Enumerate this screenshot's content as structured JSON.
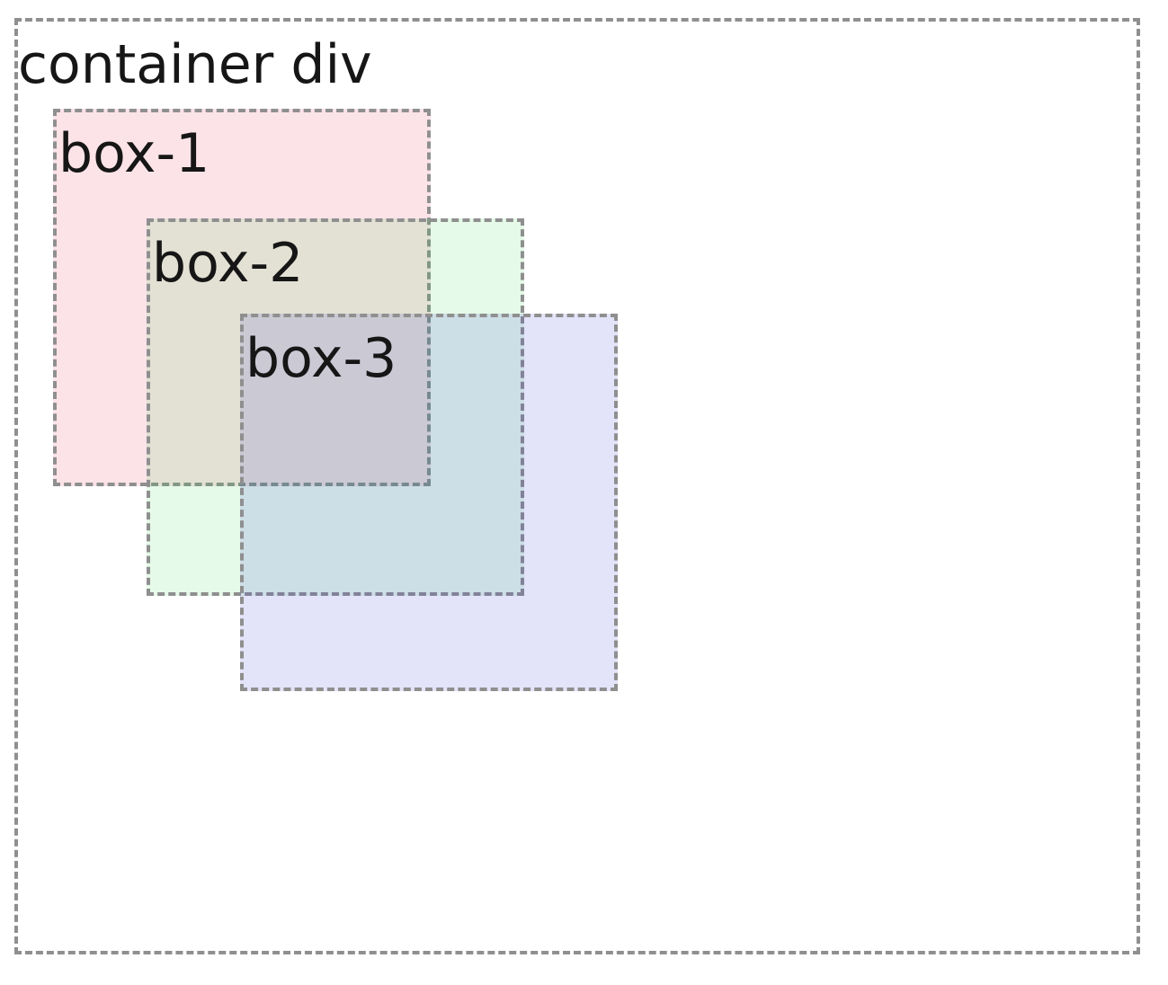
{
  "page": {
    "background": "#ffffff"
  },
  "container": {
    "label": "container div",
    "border_color": "#8f8f8f",
    "text_color": "#161616"
  },
  "boxes": [
    {
      "label": "box-1",
      "background": "rgba(235, 60, 90, 0.14)"
    },
    {
      "label": "box-2",
      "background": "rgba(45, 210, 65, 0.12)"
    },
    {
      "label": "box-3",
      "background": "rgba(55, 60, 220, 0.14)"
    }
  ]
}
